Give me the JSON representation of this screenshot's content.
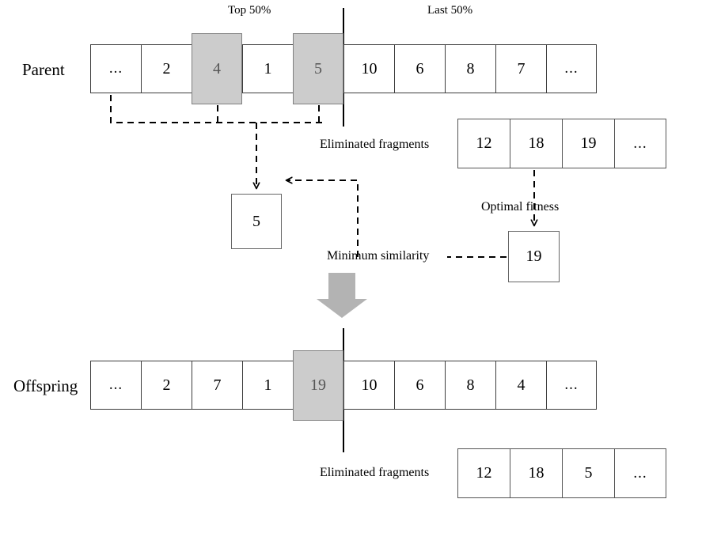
{
  "diagram": {
    "title_top_left": "Top 50%",
    "title_top_right": "Last 50%",
    "parent_label": "Parent",
    "offspring_label": "Offspring",
    "eliminated_label_top": "Eliminated fragments",
    "eliminated_label_bottom": "Eliminated fragments",
    "optimal_fitness_label": "Optimal fitness",
    "minimum_similarity_label": "Minimum similarity",
    "accent_shaded": "#cccccc",
    "accent_arrow": "#b3b3b3",
    "line_color": "#000000"
  },
  "parent_row": {
    "cells": [
      "...",
      "2",
      "4",
      "1",
      "5",
      "10",
      "6",
      "8",
      "7",
      "..."
    ],
    "highlighted_indices": [
      2,
      4
    ]
  },
  "offspring_row": {
    "cells": [
      "...",
      "2",
      "7",
      "1",
      "19",
      "10",
      "6",
      "8",
      "4",
      "..."
    ],
    "highlighted_indices": [
      4
    ]
  },
  "eliminated_top": {
    "cells": [
      "12",
      "18",
      "19",
      "..."
    ]
  },
  "eliminated_bottom": {
    "cells": [
      "12",
      "18",
      "5",
      "..."
    ]
  },
  "selected_from_parent": {
    "value": "5"
  },
  "selected_from_eliminated": {
    "value": "19"
  }
}
